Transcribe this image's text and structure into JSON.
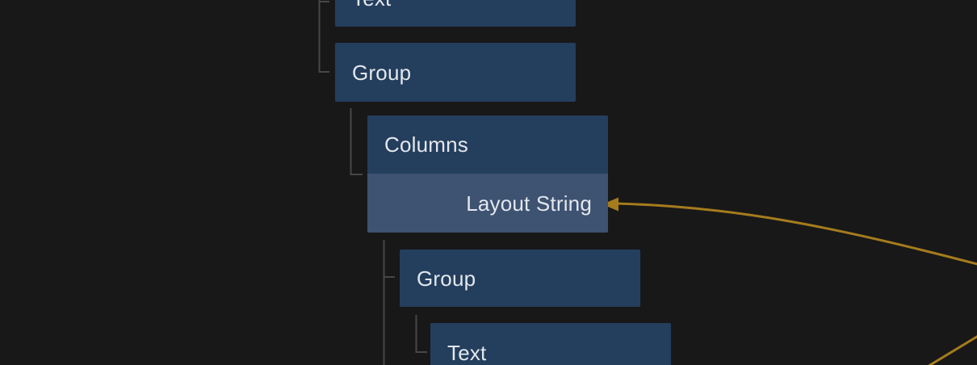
{
  "canvas": {
    "description": "Dark node-tree editor canvas showing a nested layout hierarchy"
  },
  "colors": {
    "bg": "#181818",
    "node-fill": "#243E5D",
    "node-highlight-fill": "#3E5271",
    "tree-line": "#474747",
    "wire": "#A57C1D",
    "label": "#E3E7ED"
  },
  "nodes": [
    {
      "id": "text-1",
      "label": "Text",
      "depth": 0,
      "clipped": "top"
    },
    {
      "id": "group-1",
      "label": "Group",
      "depth": 0
    },
    {
      "id": "columns-1",
      "label": "Columns",
      "depth": 1,
      "property_row": {
        "label": "Layout String",
        "highlighted": true,
        "incoming_wire": true
      }
    },
    {
      "id": "group-2",
      "label": "Group",
      "depth": 2
    },
    {
      "id": "text-2",
      "label": "Text",
      "depth": 3,
      "clipped": "bottom"
    }
  ],
  "connections": [
    {
      "id": "wire-1",
      "target": "Layout String",
      "style": "gold-arrow-from-right"
    },
    {
      "id": "wire-2",
      "target": "offscreen-bottom-right",
      "style": "gold"
    }
  ]
}
